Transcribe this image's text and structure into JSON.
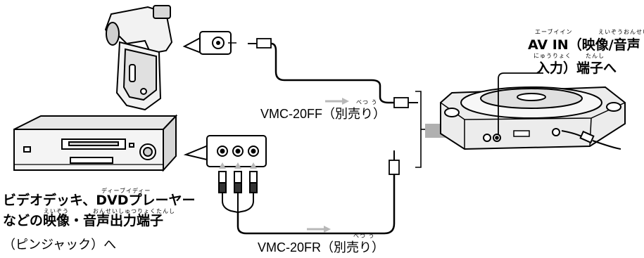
{
  "source_label": {
    "line1": "ビデオデッキ、DVDプレーヤー",
    "line2": "などの映像・音声出力端子",
    "line3": "（ピンジャック）へ",
    "ruby_dvd": "ディーブイディー",
    "ruby_eizo": "えいぞう",
    "ruby_onsei": "おんせいしゅつりょくたんし"
  },
  "dest_label": {
    "ruby_av": "エーブイイン",
    "ruby_eizo_onsei": "えいぞうおんせい",
    "line1": "AV IN（映像/音声",
    "ruby_nyuryoku": "にゅうりょく",
    "ruby_tanshi": "たんし",
    "line2": "入力）端子へ"
  },
  "cables": [
    {
      "label": "VMC-20FF（別売り）",
      "ruby": "べつ う"
    },
    {
      "label": "VMC-20FR（別売り）",
      "ruby": "べつ う"
    }
  ],
  "devices": {
    "camcorder_icon": "camcorder-icon",
    "vcr_icon": "vcr-icon",
    "player_icon": "portable-dvd-player-icon"
  },
  "colors": {
    "line": "#000000",
    "arrow_gray": "#b8b8b8",
    "body_gray": "#e6e6e6"
  }
}
